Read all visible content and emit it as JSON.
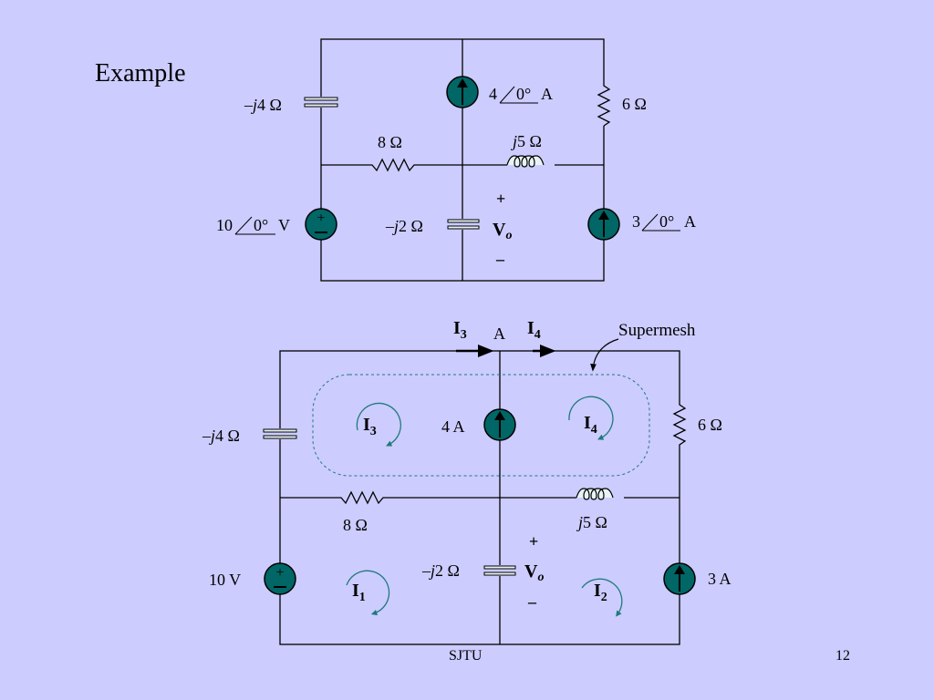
{
  "slide": {
    "title": "Example",
    "footer": "SJTU",
    "page_number": "12"
  },
  "colors": {
    "background": "#ccccff",
    "source_fill": "#006666",
    "capacitor_fill": "#e8f4f4",
    "wire": "#000000"
  },
  "circuit1": {
    "capacitor_top_label": "–j4 Ω",
    "current_source_top": {
      "magnitude": "4",
      "angle": "0°",
      "unit": "A"
    },
    "resistor_right_label": "6 Ω",
    "resistor_middle_label": "8 Ω",
    "inductor_label": "j5 Ω",
    "voltage_source": {
      "magnitude": "10",
      "angle": "0°",
      "unit": "V"
    },
    "capacitor_middle_label": "–j2 Ω",
    "output_plus": "+",
    "output_label_main": "V",
    "output_label_sub": "o",
    "output_minus": "–",
    "current_source_right": {
      "magnitude": "3",
      "angle": "0°",
      "unit": "A"
    }
  },
  "circuit2": {
    "arrow_I3_main": "I",
    "arrow_I3_sub": "3",
    "node_label": "A",
    "arrow_I4_main": "I",
    "arrow_I4_sub": "4",
    "supermesh_label": "Supermesh",
    "capacitor_top_label": "–j4 Ω",
    "mesh_I3_main": "I",
    "mesh_I3_sub": "3",
    "current_source_middle_label": "4 A",
    "mesh_I4_main": "I",
    "mesh_I4_sub": "4",
    "resistor_right_label": "6 Ω",
    "resistor_middle_label": "8 Ω",
    "inductor_label": "j5 Ω",
    "output_plus": "+",
    "voltage_source_label": "10 V",
    "capacitor_middle_label": "–j2 Ω",
    "output_label_main": "V",
    "output_label_sub": "o",
    "current_source_right_label": "3 A",
    "mesh_I1_main": "I",
    "mesh_I1_sub": "1",
    "mesh_I2_main": "I",
    "mesh_I2_sub": "2",
    "output_minus": "–"
  }
}
